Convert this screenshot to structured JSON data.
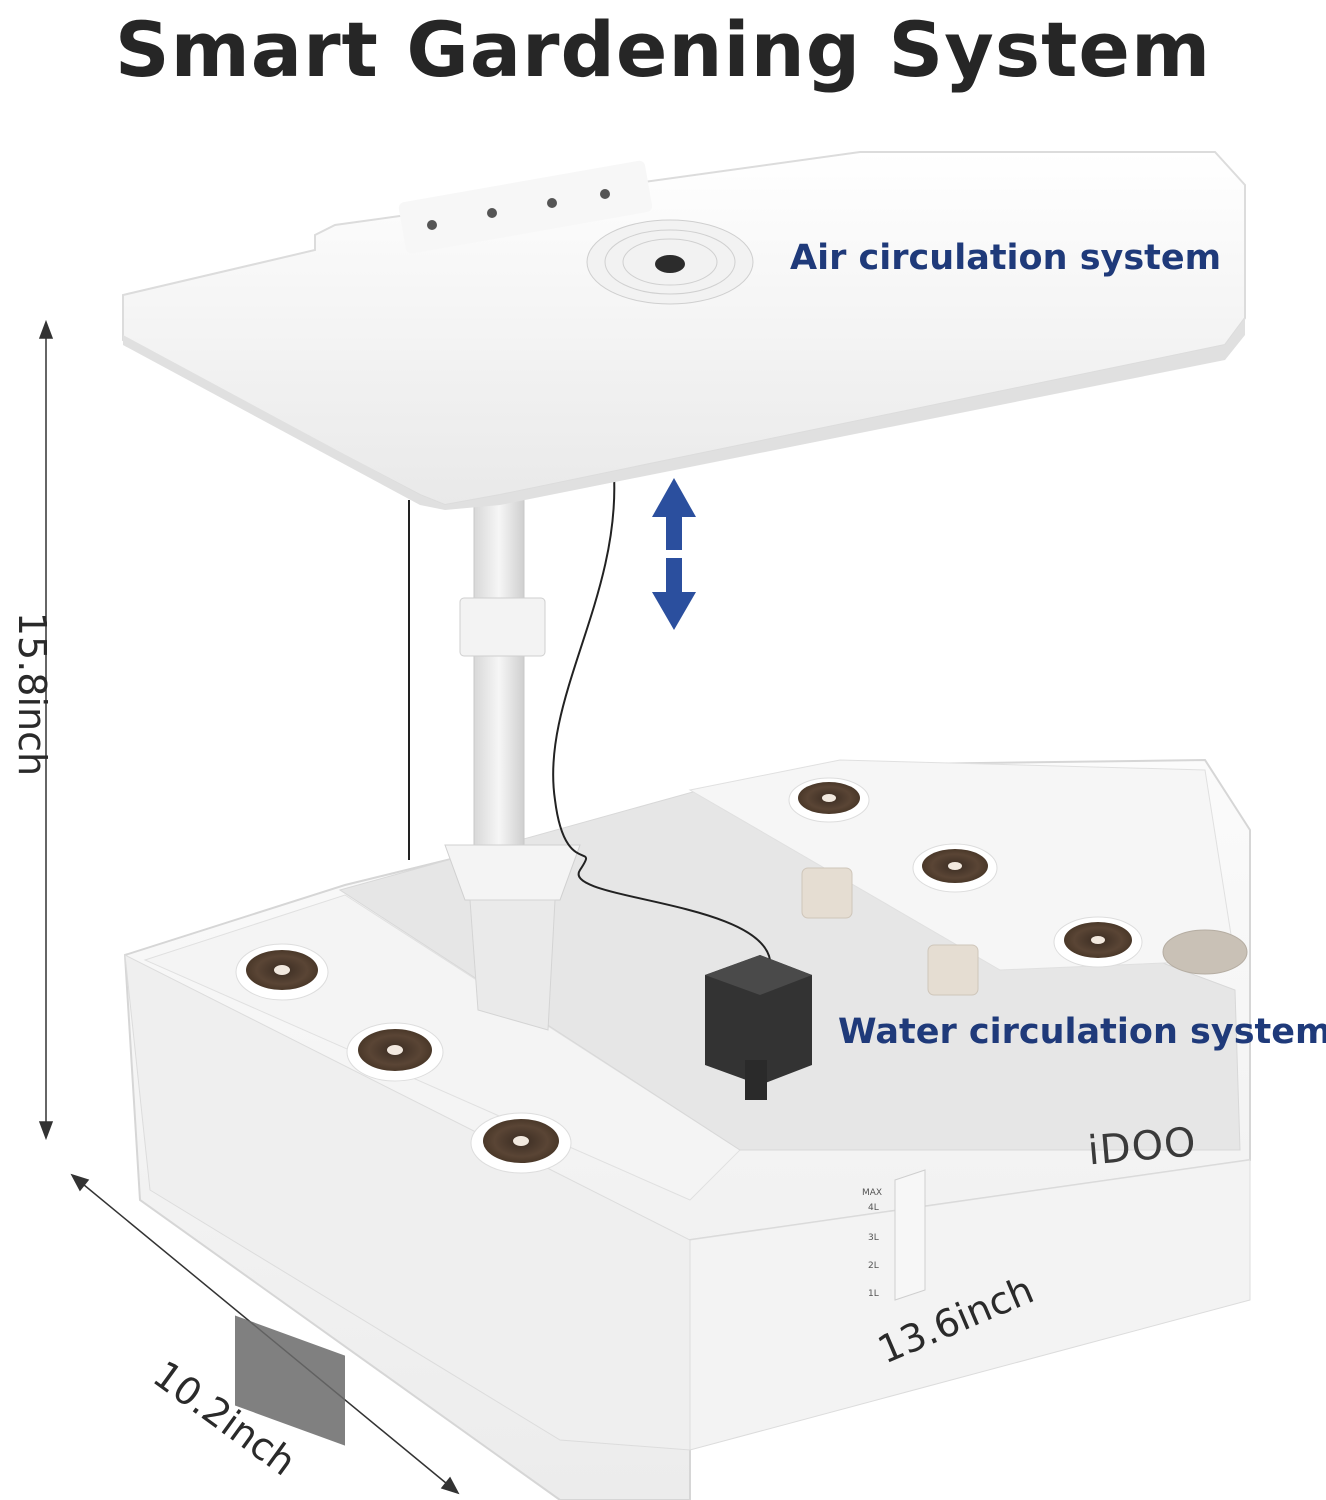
{
  "title": "Smart Gardening System",
  "labels": {
    "air": "Air circulation system",
    "water": "Water circulation system"
  },
  "dimensions": {
    "height": "15.8inch",
    "depth": "10.2inch",
    "width": "13.6inch"
  },
  "product": {
    "brand": "iDOO",
    "gauge_max": "MAX",
    "gauge_marks": [
      "4L",
      "3L",
      "2L",
      "1L"
    ]
  },
  "colors": {
    "label_blue": "#1f3a7a",
    "arrow_blue": "#2b4f9e",
    "title_dark": "#262626"
  }
}
